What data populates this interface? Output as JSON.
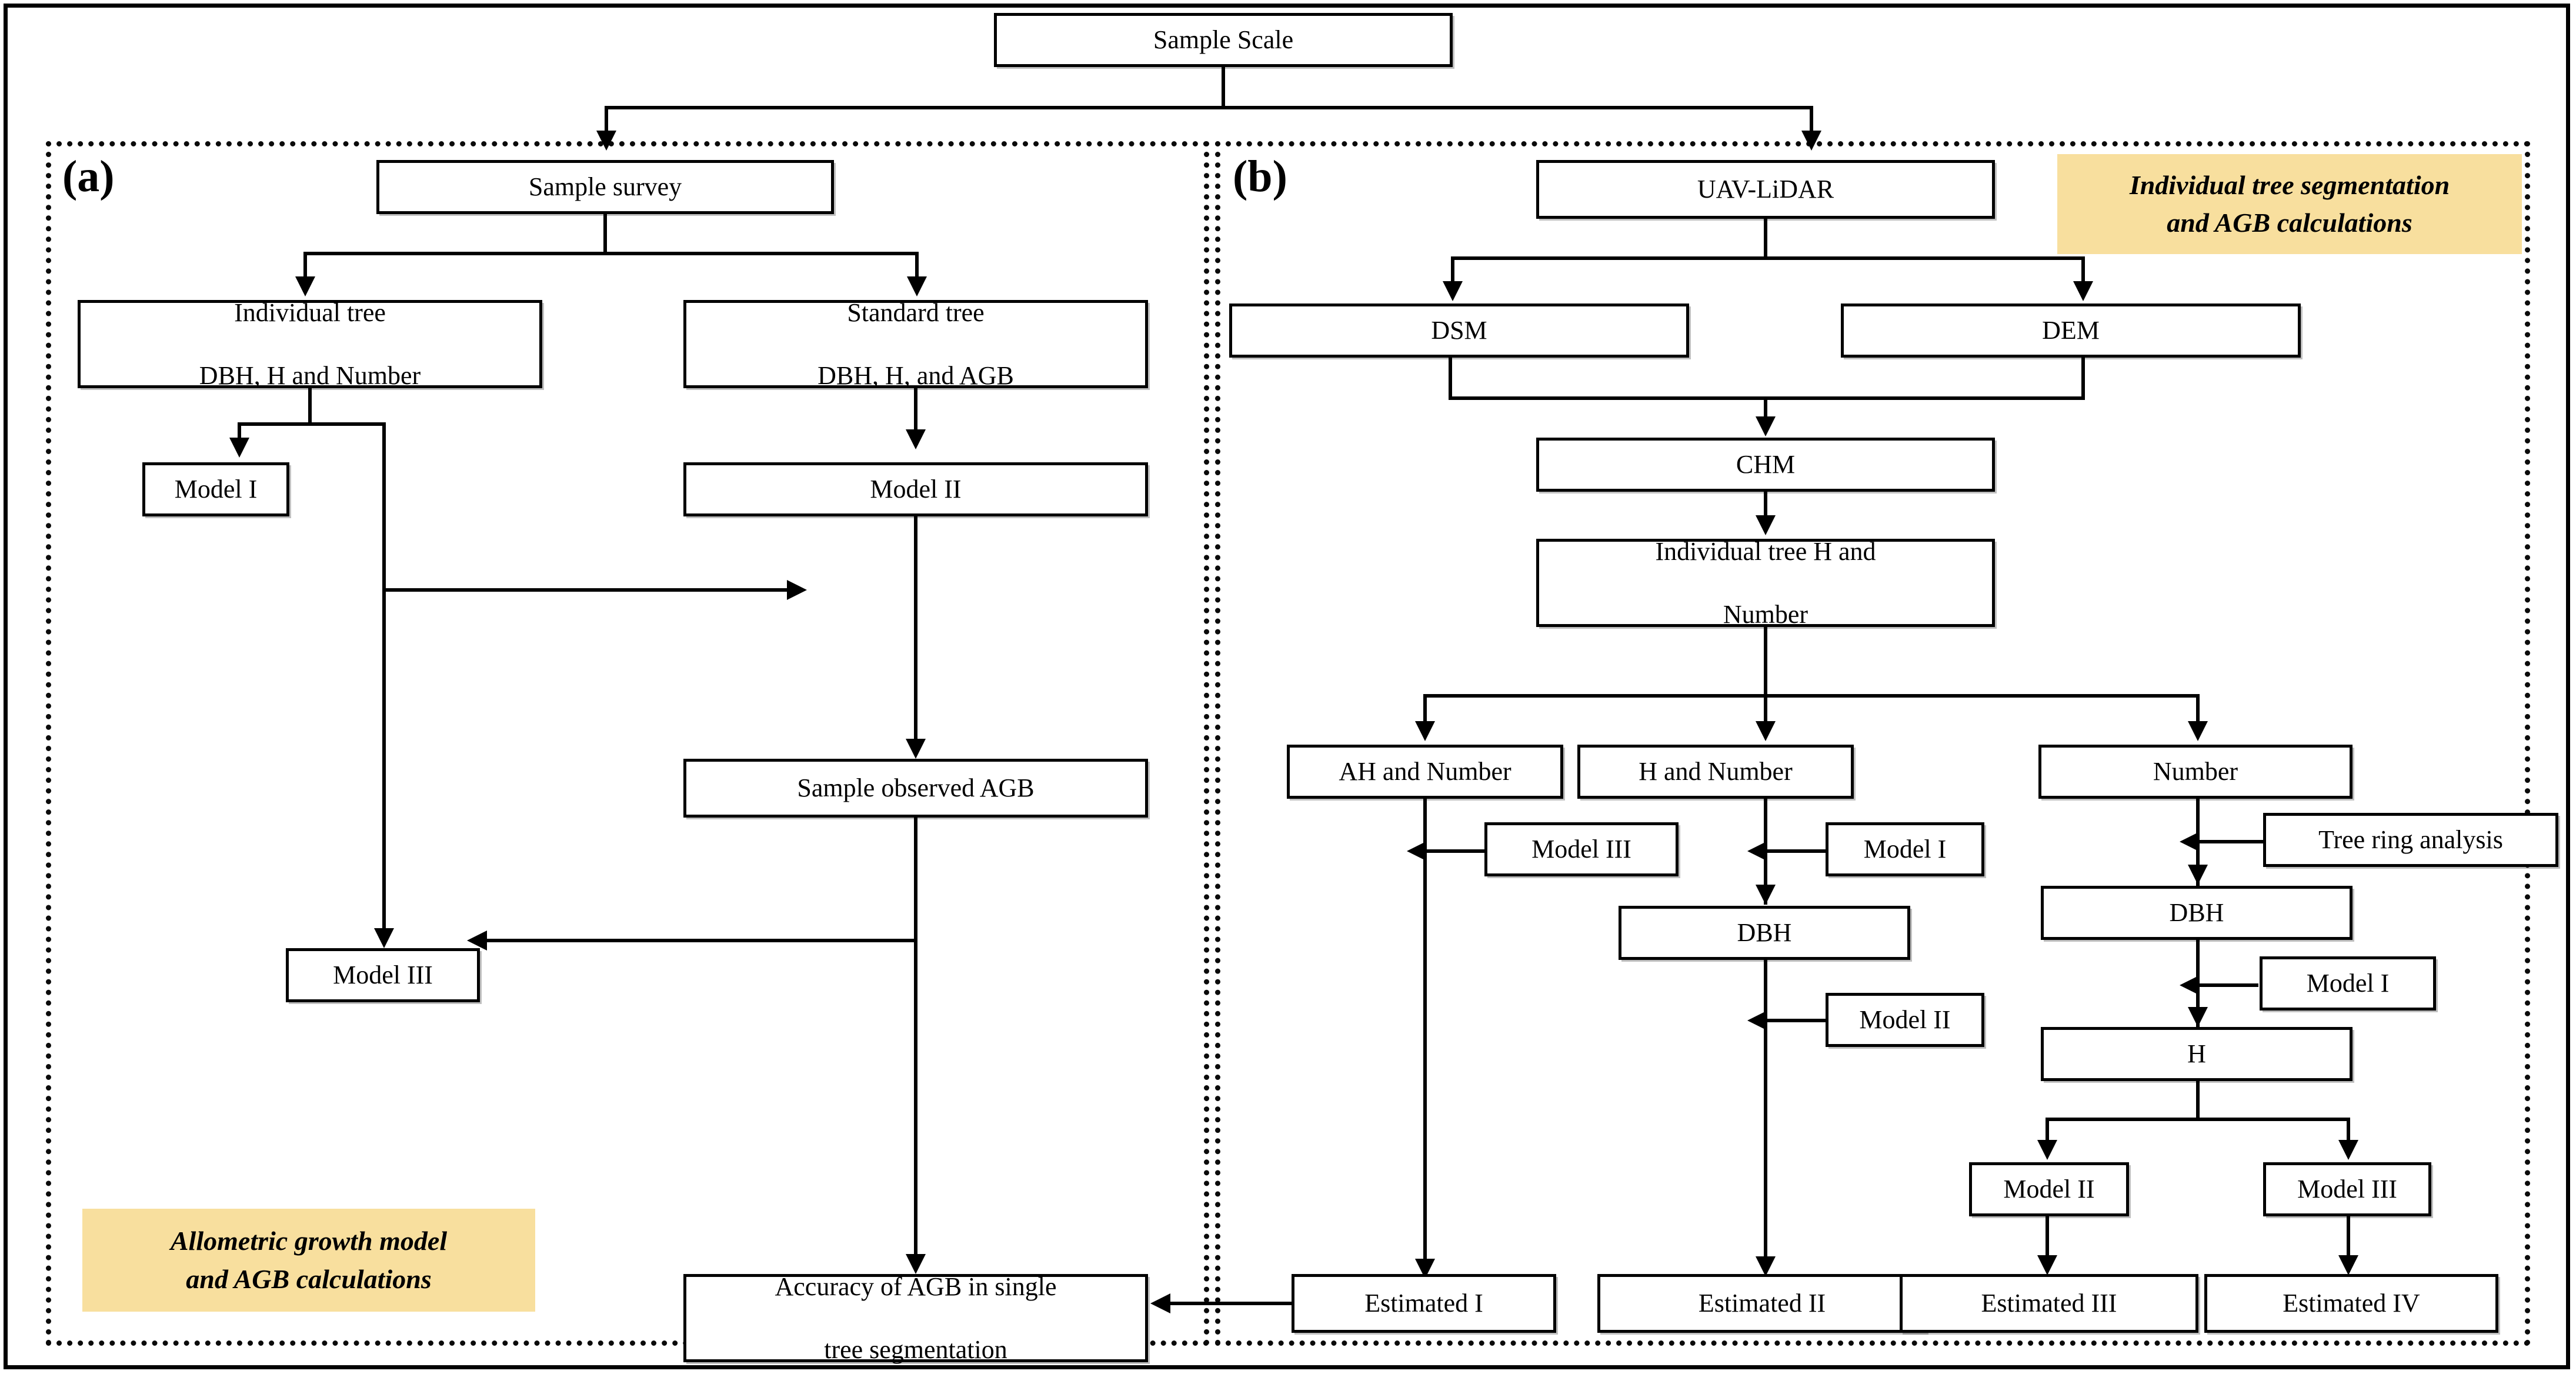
{
  "figure": {
    "root_node": "Sample Scale",
    "panels": [
      {
        "id": "a",
        "label": "(a)",
        "callout": "Allometric growth model\nand AGB calculations",
        "nodes": [
          "Sample survey",
          "Individual tree\nDBH, H and Number",
          "Standard tree\nDBH, H, and AGB",
          "Model I",
          "Model II",
          "Sample observed AGB",
          "Model III",
          "Accuracy of AGB in single\ntree segmentation"
        ]
      },
      {
        "id": "b",
        "label": "(b)",
        "callout": "Individual tree segmentation\nand AGB calculations",
        "nodes": [
          "UAV-LiDAR",
          "DSM",
          "DEM",
          "CHM",
          "Individual tree H and\nNumber",
          "AH and Number",
          "H and Number",
          "Number",
          "Model III",
          "Model I",
          "Tree ring analysis",
          "DBH",
          "DBH",
          "Model II",
          "Model I",
          "H",
          "Model II",
          "Model III",
          "Estimated I",
          "Estimated II",
          "Estimated III",
          "Estimated IV"
        ]
      }
    ]
  },
  "colors": {
    "highlight": "#F8DF9E",
    "line": "#000000",
    "box_fill": "#FFFFFF"
  },
  "nodes": {
    "sample_scale": "Sample Scale",
    "panel_a_label": "(a)",
    "panel_b_label": "(b)",
    "sample_survey": "Sample survey",
    "individual_tree_l1": "Individual tree",
    "individual_tree_l2": "DBH, H and Number",
    "standard_tree_l1": "Standard tree",
    "standard_tree_l2": "DBH, H, and AGB",
    "model_i_a": "Model I",
    "model_ii_a": "Model II",
    "sample_observed_agb": "Sample observed AGB",
    "model_iii_a": "Model III",
    "accuracy_l1": "Accuracy of AGB in single",
    "accuracy_l2": "tree segmentation",
    "callout_a_l1": "Allometric growth model",
    "callout_a_l2": "and AGB calculations",
    "uav_lidar": "UAV-LiDAR",
    "dsm": "DSM",
    "dem": "DEM",
    "chm": "CHM",
    "indiv_tree_h_l1": "Individual tree H and",
    "indiv_tree_h_l2": "Number",
    "ah_and_number": "AH and Number",
    "h_and_number": "H and Number",
    "number": "Number",
    "model_iii_b1": "Model III",
    "model_i_b1": "Model I",
    "tree_ring_analysis": "Tree ring analysis",
    "dbh_mid": "DBH",
    "dbh_right": "DBH",
    "model_ii_b1": "Model II",
    "model_i_b2": "Model I",
    "h_right": "H",
    "model_ii_b2": "Model II",
    "model_iii_b2": "Model III",
    "estimated_i": "Estimated I",
    "estimated_ii": "Estimated II",
    "estimated_iii": "Estimated III",
    "estimated_iv": "Estimated IV",
    "callout_b_l1": "Individual tree segmentation",
    "callout_b_l2": "and AGB calculations"
  }
}
